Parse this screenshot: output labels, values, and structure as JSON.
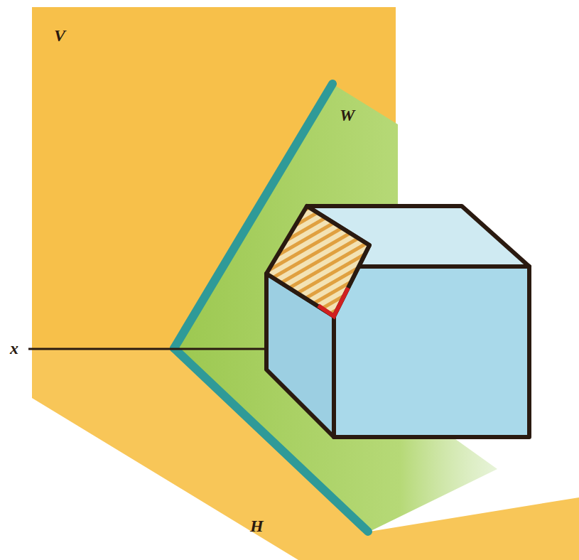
{
  "diagram": {
    "labels": [
      "V",
      "W",
      "x",
      "H"
    ]
  }
}
